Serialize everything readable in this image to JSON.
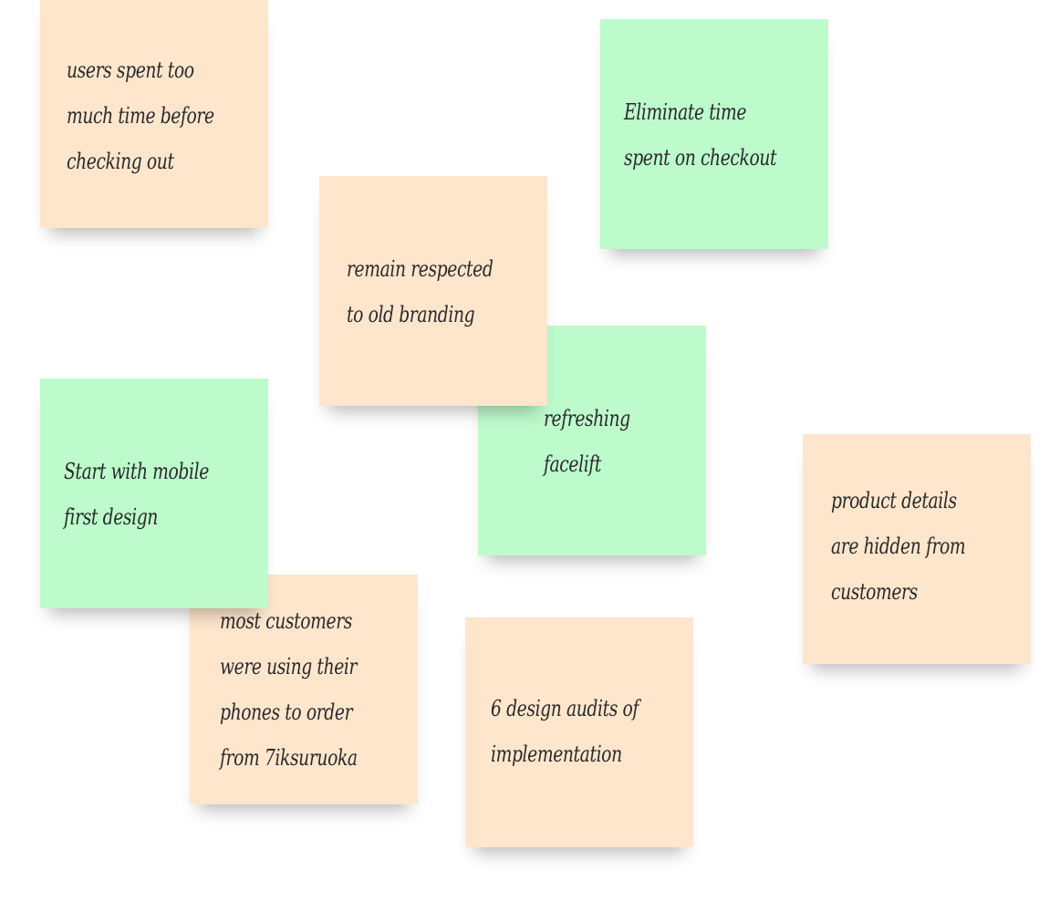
{
  "board": {
    "notes": [
      {
        "id": "users-spent-too-much-time",
        "color": "peach",
        "text": "users spent too\nmuch time before\nchecking out"
      },
      {
        "id": "eliminate-time",
        "color": "mint",
        "text": "Eliminate time\nspent on checkout"
      },
      {
        "id": "remain-respected",
        "color": "peach",
        "text": "remain respected\nto old branding"
      },
      {
        "id": "refreshing-facelift",
        "color": "mint",
        "text": "refreshing\nfacelift"
      },
      {
        "id": "mobile-first",
        "color": "mint",
        "text": "Start with mobile\nfirst design"
      },
      {
        "id": "product-details-hidden",
        "color": "peach",
        "text": "product details\nare hidden from\ncustomers"
      },
      {
        "id": "customers-phones",
        "color": "peach",
        "text": "most customers\nwere using their\nphones to order\nfrom 7iksuruoka"
      },
      {
        "id": "design-audits",
        "color": "peach",
        "text": "6 design audits of\nimplementation"
      }
    ]
  },
  "colors": {
    "peach": "#fee6cd",
    "mint": "#bdfbcc",
    "background": "#ffffff"
  }
}
